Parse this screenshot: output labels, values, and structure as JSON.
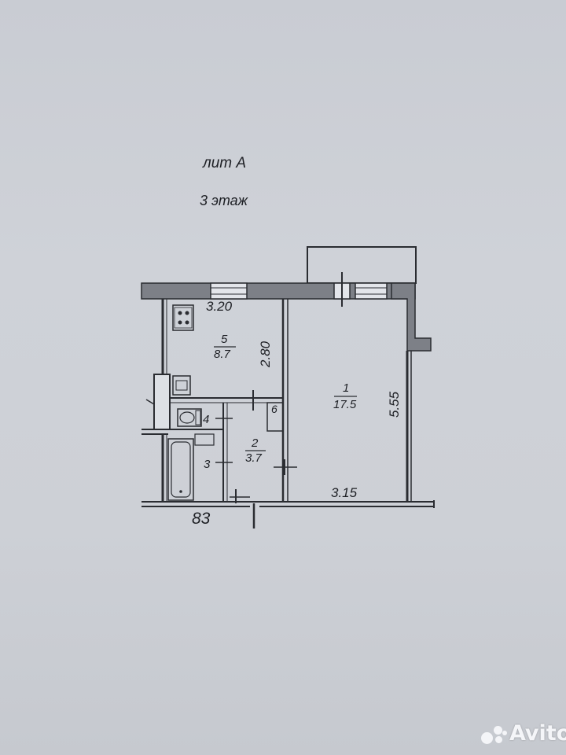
{
  "header": {
    "liter": "лит А",
    "floor": "3 этаж"
  },
  "rooms": [
    {
      "number": "1",
      "area": "17.5"
    },
    {
      "number": "2",
      "area": "3.7"
    },
    {
      "number": "3"
    },
    {
      "number": "4"
    },
    {
      "number": "5",
      "area": "8.7"
    },
    {
      "number": "6"
    }
  ],
  "dimensions": {
    "kitchen_width": "3.20",
    "kitchen_depth": "2.80",
    "room_depth": "5.55",
    "room_width": "3.15"
  },
  "annotations": {
    "bottom_left_number": "83"
  },
  "watermark": {
    "text": "Avito"
  }
}
